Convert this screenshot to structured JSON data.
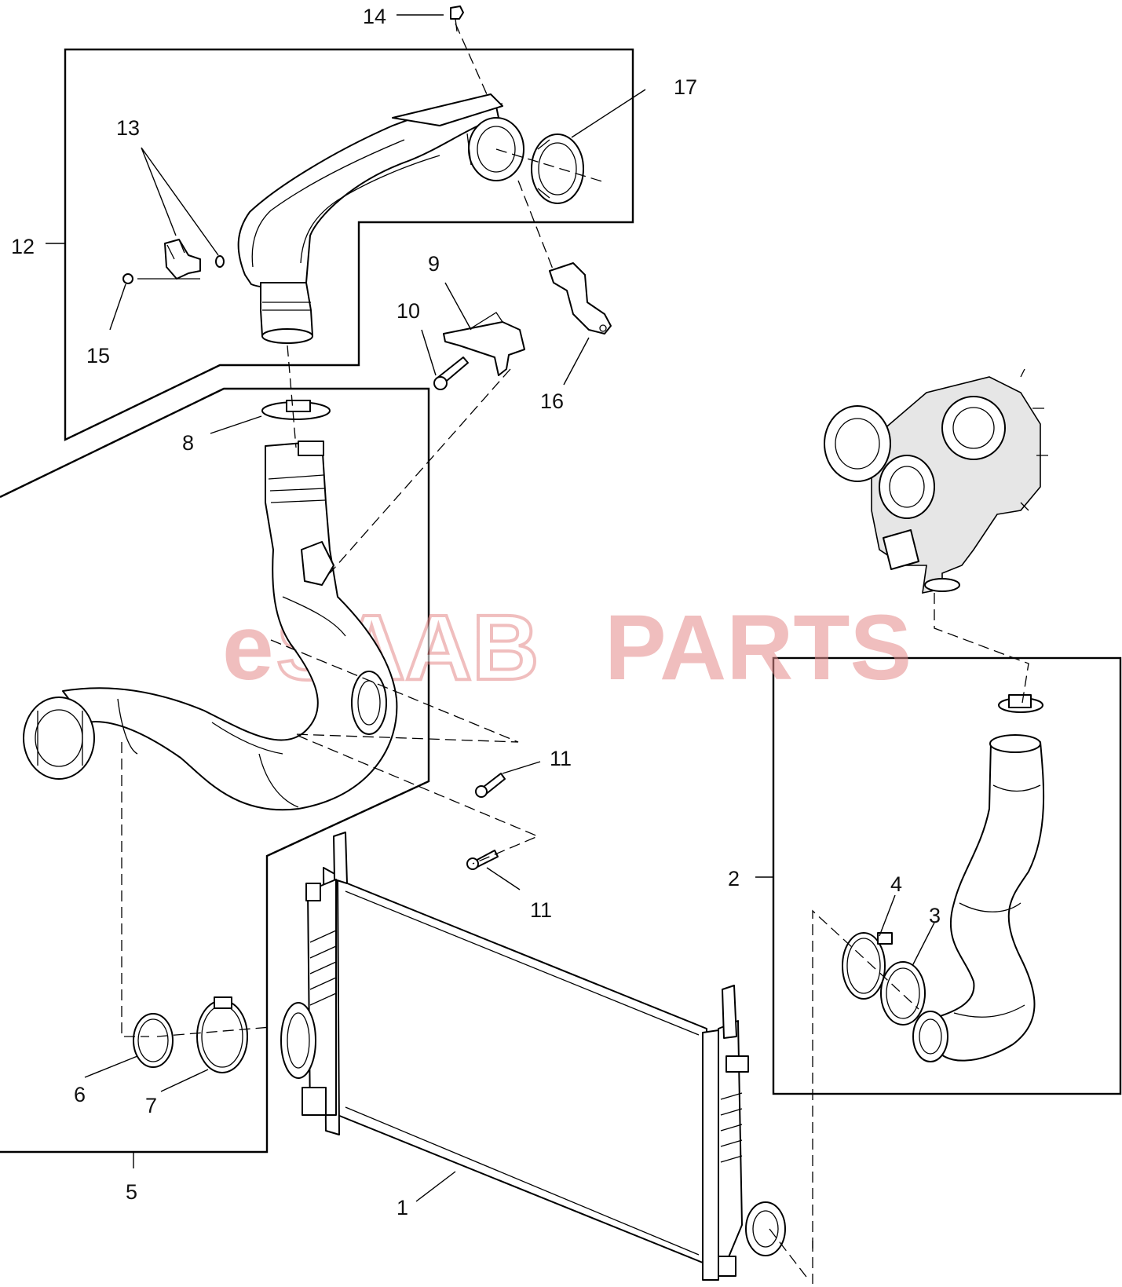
{
  "watermark": {
    "prefix": "e",
    "brand": "SAAB",
    "suffix": "PARTS",
    "color": "#e48a8a"
  },
  "callouts": [
    "1",
    "2",
    "3",
    "4",
    "5",
    "6",
    "7",
    "8",
    "9",
    "10",
    "11",
    "11",
    "12",
    "13",
    "14",
    "15",
    "16",
    "17"
  ]
}
